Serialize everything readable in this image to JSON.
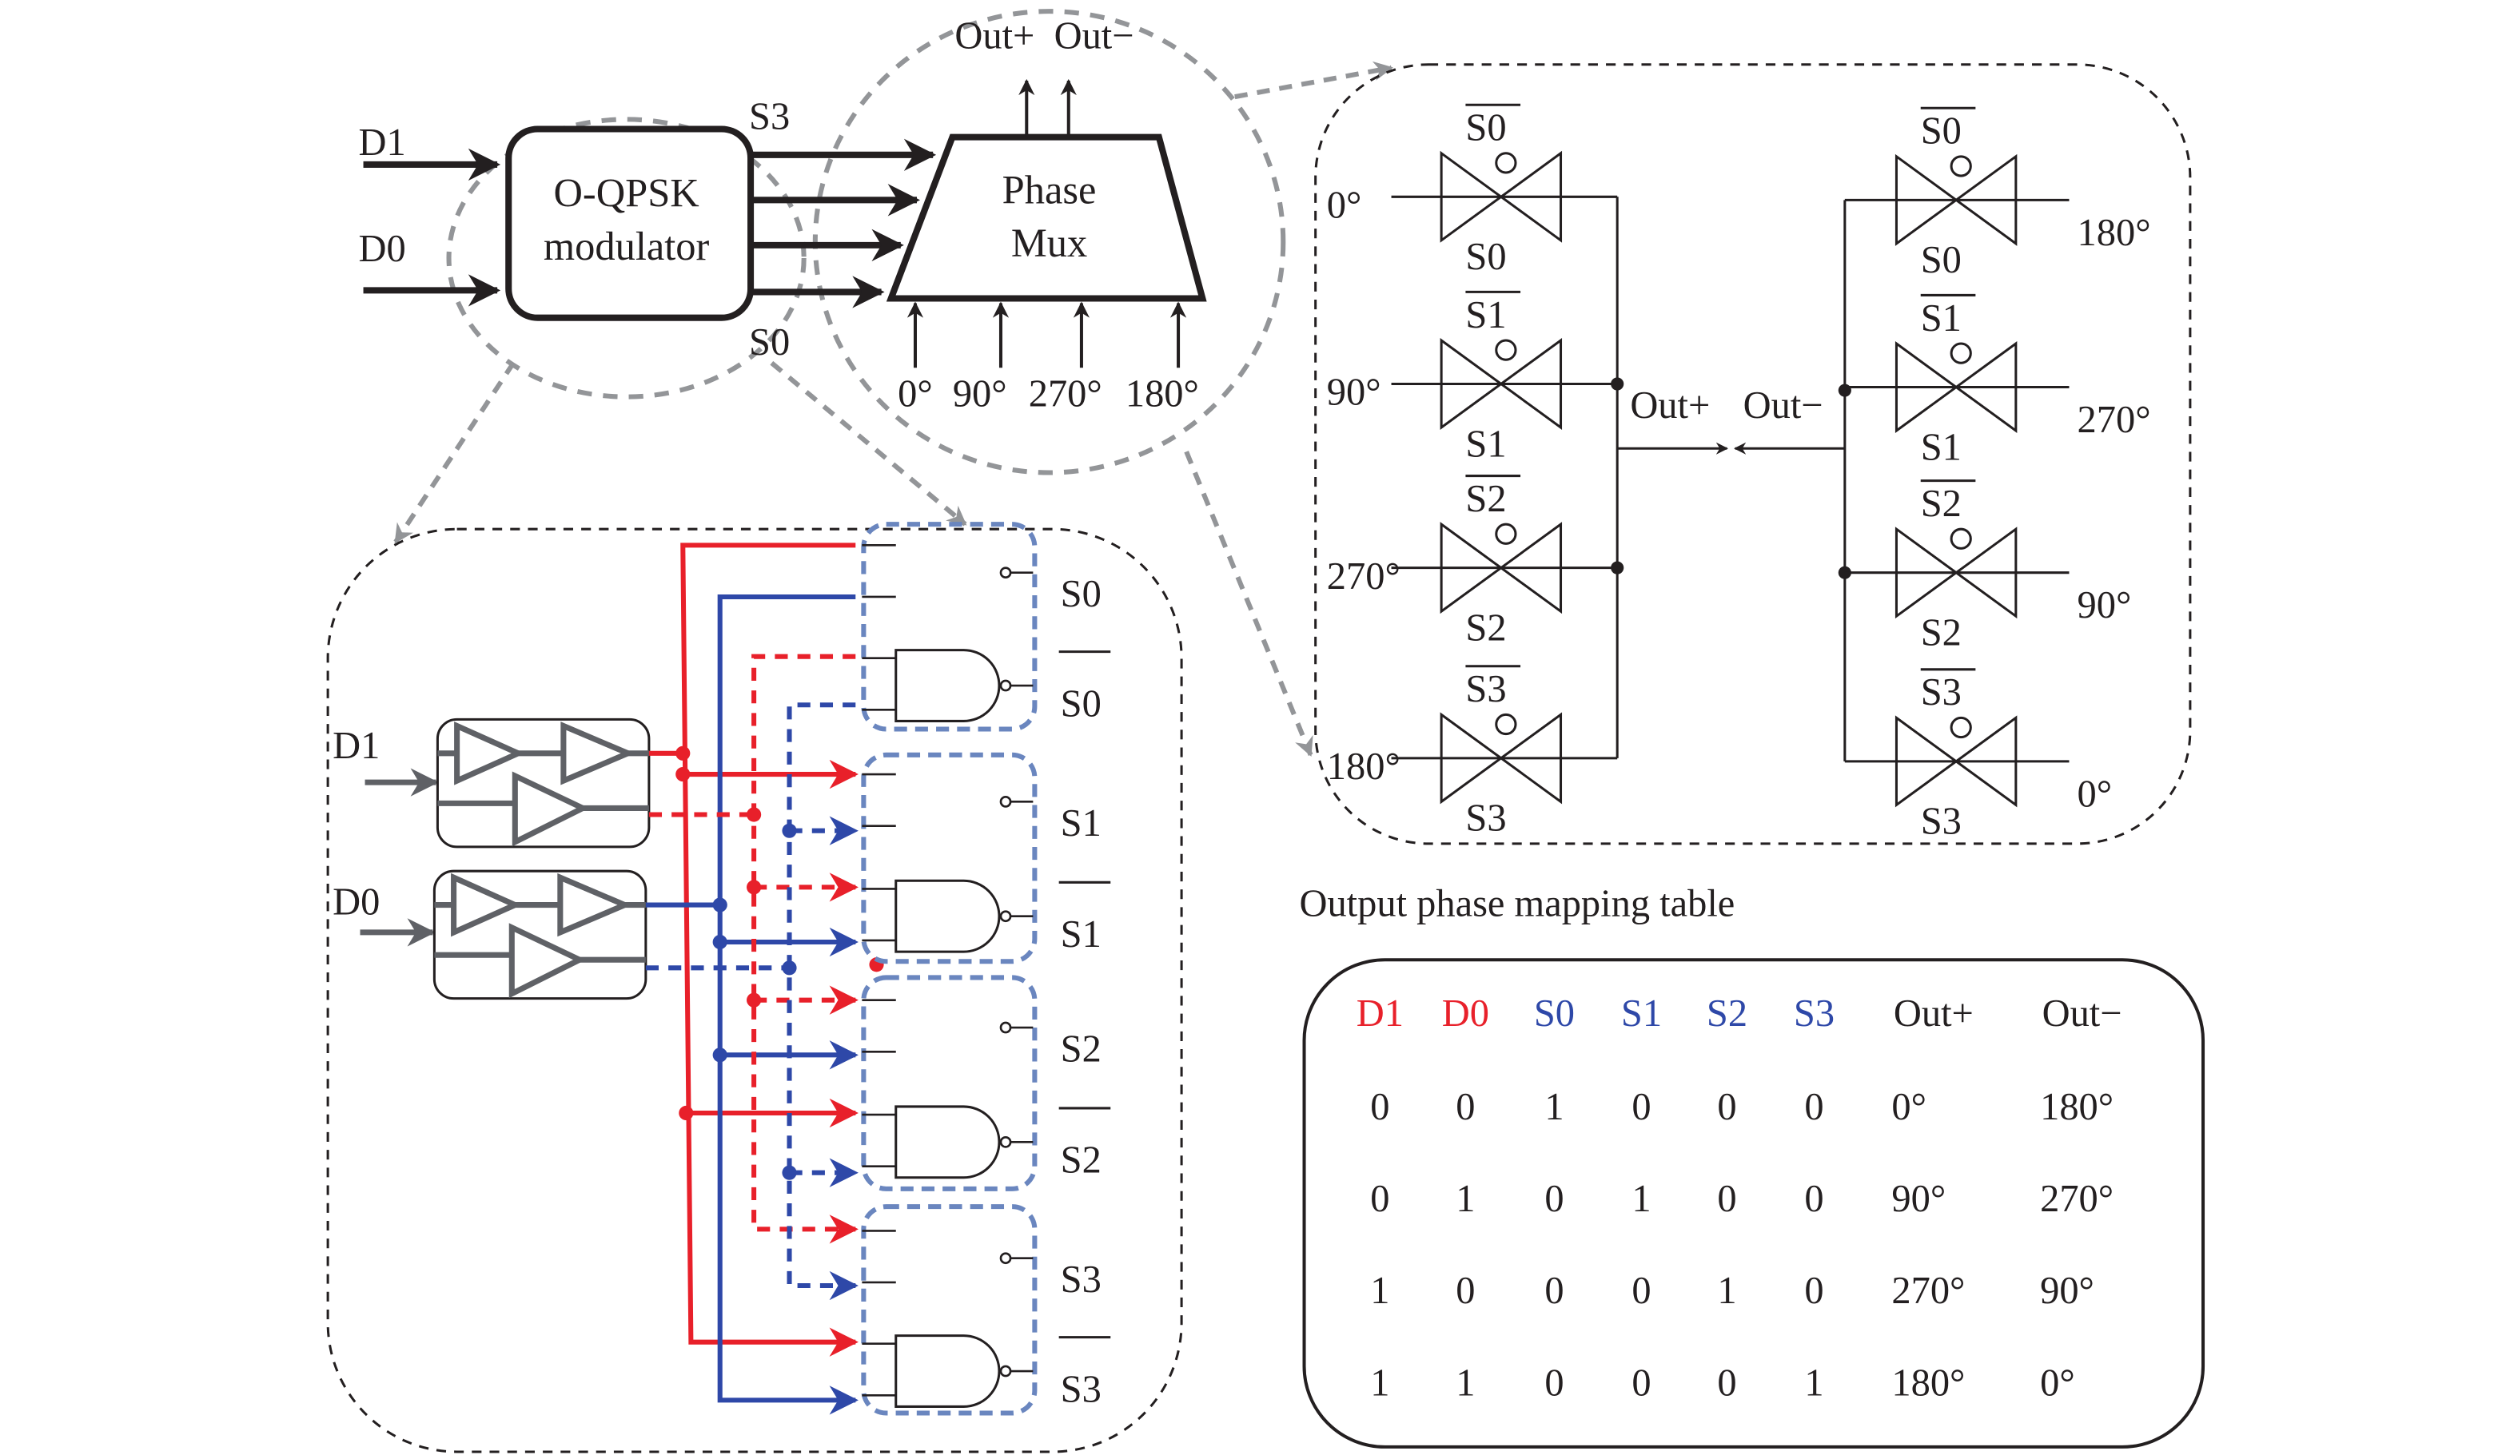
{
  "colors": {
    "red": "#e8202a",
    "blue": "#2e48a8",
    "gray_dash": "#939598",
    "group_dash": "#6a86bf",
    "buffer_gray": "#5f6166",
    "ink": "#231f20"
  },
  "top": {
    "inputs": [
      "D1",
      "D0"
    ],
    "modulator": [
      "O-QPSK",
      "modulator"
    ],
    "sel_top": "S3",
    "sel_bottom": "S0",
    "mux": [
      "Phase",
      "Mux"
    ],
    "outputs": "Out+  Out−",
    "phases": [
      "0°",
      "90°",
      "270°",
      "180°"
    ]
  },
  "switch_panel": {
    "left_gates": [
      {
        "phase": "0°",
        "sel": "S0"
      },
      {
        "phase": "90°",
        "sel": "S1"
      },
      {
        "phase": "270°",
        "sel": "S2"
      },
      {
        "phase": "180°",
        "sel": "S3"
      }
    ],
    "right_gates": [
      {
        "phase": "180°",
        "sel": "S0"
      },
      {
        "phase": "270°",
        "sel": "S1"
      },
      {
        "phase": "90°",
        "sel": "S2"
      },
      {
        "phase": "0°",
        "sel": "S3"
      }
    ],
    "out_plus": "Out+",
    "out_minus": "Out−"
  },
  "logic_panel": {
    "inputs": [
      "D1",
      "D0"
    ],
    "outputs": [
      "S0",
      "S0",
      "S1",
      "S1",
      "S2",
      "S2",
      "S3",
      "S3"
    ]
  },
  "table": {
    "title": "Output phase mapping table",
    "headers": [
      "D1",
      "D0",
      "S0",
      "S1",
      "S2",
      "S3",
      "Out+",
      "Out−"
    ],
    "rows": [
      [
        "0",
        "0",
        "1",
        "0",
        "0",
        "0",
        "0°",
        "180°"
      ],
      [
        "0",
        "1",
        "0",
        "1",
        "0",
        "0",
        "90°",
        "270°"
      ],
      [
        "1",
        "0",
        "0",
        "0",
        "1",
        "0",
        "270°",
        "90°"
      ],
      [
        "1",
        "1",
        "0",
        "0",
        "0",
        "1",
        "180°",
        "0°"
      ]
    ]
  }
}
